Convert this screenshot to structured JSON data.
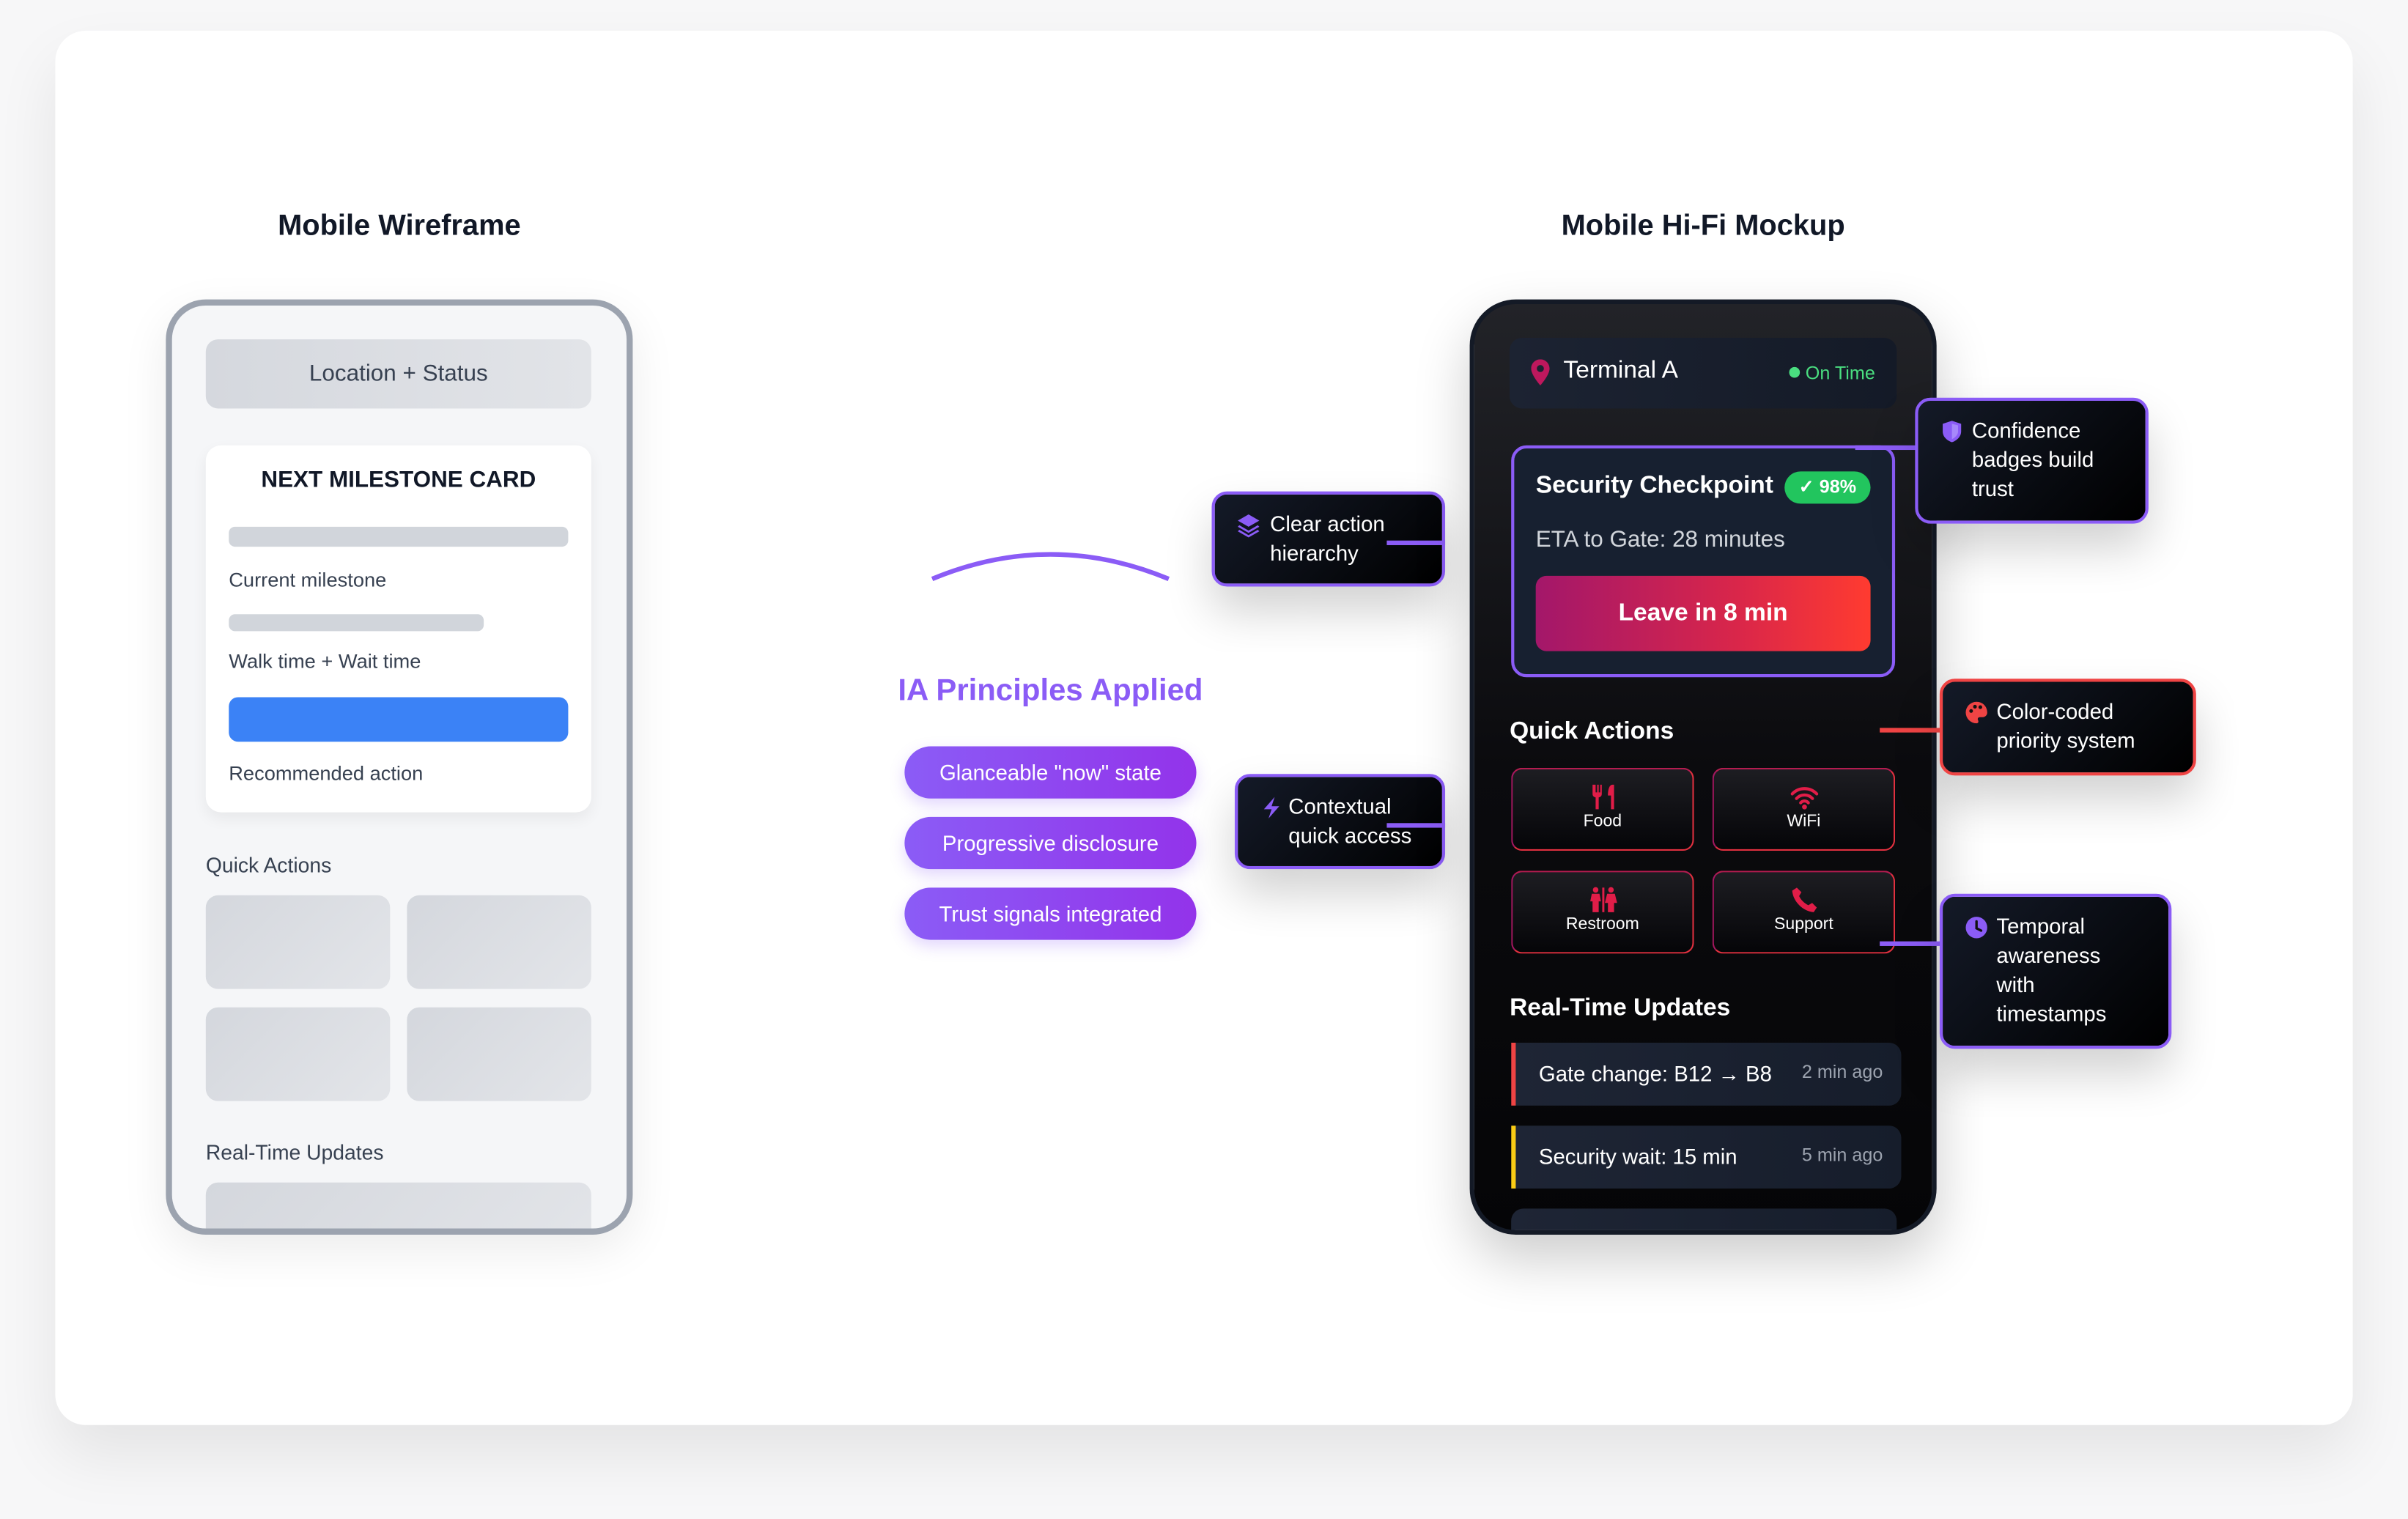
{
  "wireframe": {
    "title": "Mobile Wireframe",
    "location_status": "Location + Status",
    "milestone_card": {
      "heading": "NEXT MILESTONE CARD",
      "current_milestone": "Current milestone",
      "walk_wait": "Walk time + Wait time",
      "recommended_action": "Recommended action"
    },
    "quick_actions": "Quick Actions",
    "real_time_updates": "Real-Time Updates"
  },
  "principles": {
    "title": "IA Principles Applied",
    "items": [
      "Glanceable \"now\" state",
      "Progressive disclosure",
      "Trust signals integrated"
    ]
  },
  "hifi": {
    "title": "Mobile Hi-Fi Mockup",
    "header": {
      "location": "Terminal A",
      "status": "On Time"
    },
    "checkpoint": {
      "title": "Security Checkpoint",
      "badge": "98%",
      "eta": "ETA to Gate: 28 minutes",
      "cta": "Leave in 8 min"
    },
    "quick_actions": {
      "title": "Quick Actions",
      "items": [
        {
          "label": "Food",
          "icon": "utensils-icon"
        },
        {
          "label": "WiFi",
          "icon": "wifi-icon"
        },
        {
          "label": "Restroom",
          "icon": "restroom-icon"
        },
        {
          "label": "Support",
          "icon": "phone-icon"
        }
      ]
    },
    "updates": {
      "title": "Real-Time Updates",
      "items": [
        {
          "text": "Gate change: B12 → B8",
          "time": "2 min ago",
          "color": "#ef4444"
        },
        {
          "text": "Security wait: 15 min",
          "time": "5 min ago",
          "color": "#facc15"
        }
      ]
    }
  },
  "callouts": {
    "clear_action": {
      "text": "Clear action hierarchy",
      "icon": "layers-icon"
    },
    "contextual": {
      "text": "Contextual quick access",
      "icon": "bolt-icon"
    },
    "confidence": {
      "text": "Confidence badges build trust",
      "icon": "shield-icon"
    },
    "color_coded": {
      "text": "Color-coded priority system",
      "icon": "palette-icon"
    },
    "temporal": {
      "text": "Temporal awareness with timestamps",
      "icon": "clock-icon"
    }
  },
  "colors": {
    "accent": "#8b5cf6",
    "priority": "#ef4444",
    "success": "#22c55e",
    "wireframe_action": "#3b82f6"
  }
}
